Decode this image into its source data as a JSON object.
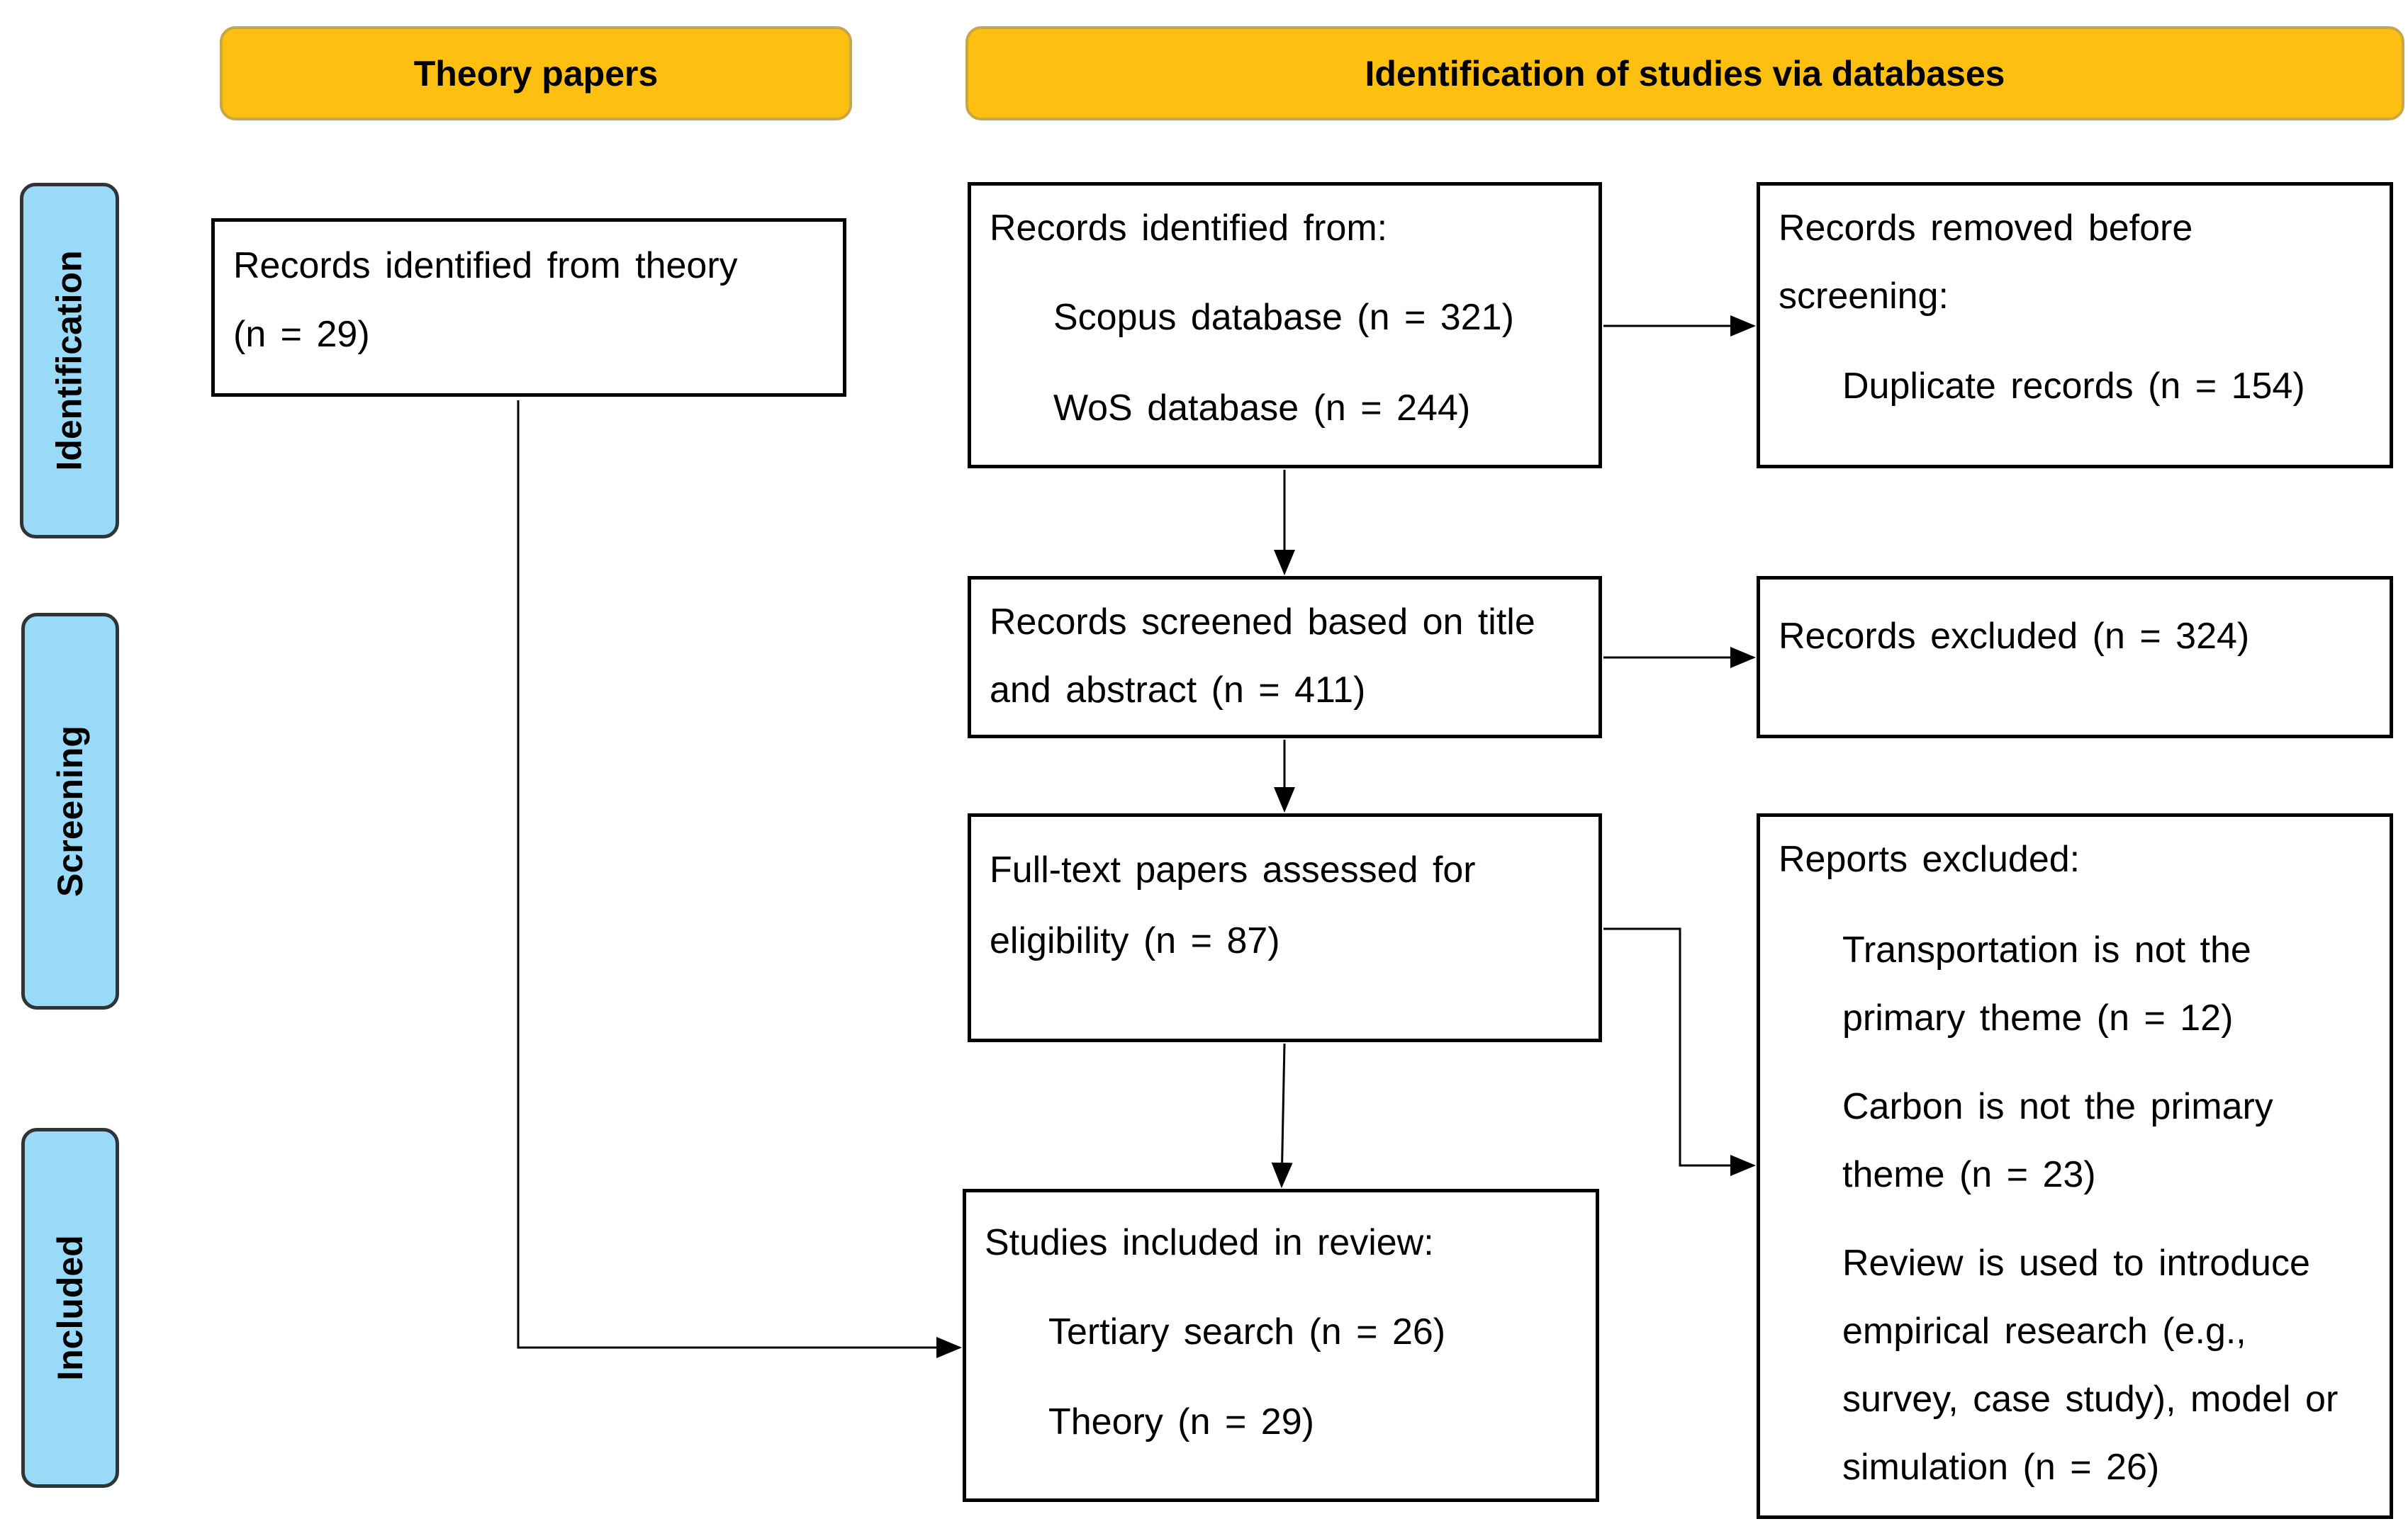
{
  "headers": {
    "theory": "Theory papers",
    "databases": "Identification of studies via databases"
  },
  "stages": {
    "identification": "Identification",
    "screening": "Screening",
    "included": "Included"
  },
  "boxes": {
    "theory_records": {
      "line1": "Records identified from theory",
      "line2": "(n = 29)"
    },
    "records_identified": {
      "title": "Records identified from:",
      "scopus": "Scopus database (n = 321)",
      "wos": "WoS database (n = 244)"
    },
    "records_removed": {
      "line1": "Records removed before",
      "line2": "screening:",
      "duplicates": "Duplicate records (n = 154)"
    },
    "records_screened": {
      "line1": "Records screened based on title",
      "line2": "and abstract (n = 411)"
    },
    "records_excluded": {
      "text": "Records excluded (n = 324)"
    },
    "full_text": {
      "line1": "Full-text papers assessed for",
      "line2": "eligibility (n = 87)"
    },
    "reports_excluded": {
      "title": "Reports excluded:",
      "r1_l1": "Transportation is not the",
      "r1_l2": "primary theme (n = 12)",
      "r2_l1": "Carbon is not the primary",
      "r2_l2": "theme (n = 23)",
      "r3_l1": "Review is used to introduce",
      "r3_l2": "empirical research (e.g.,",
      "r3_l3": "survey, case study), model or",
      "r3_l4": "simulation (n = 26)"
    },
    "studies_included": {
      "title": "Studies included in review:",
      "tertiary": "Tertiary search (n = 26)",
      "theory": "Theory (n = 29)"
    }
  },
  "colors": {
    "header_fill": "#FDC010",
    "header_border": "#C9A646",
    "stage_fill": "#99DAF9",
    "stage_border": "#2F3437",
    "box_border": "#000000"
  }
}
